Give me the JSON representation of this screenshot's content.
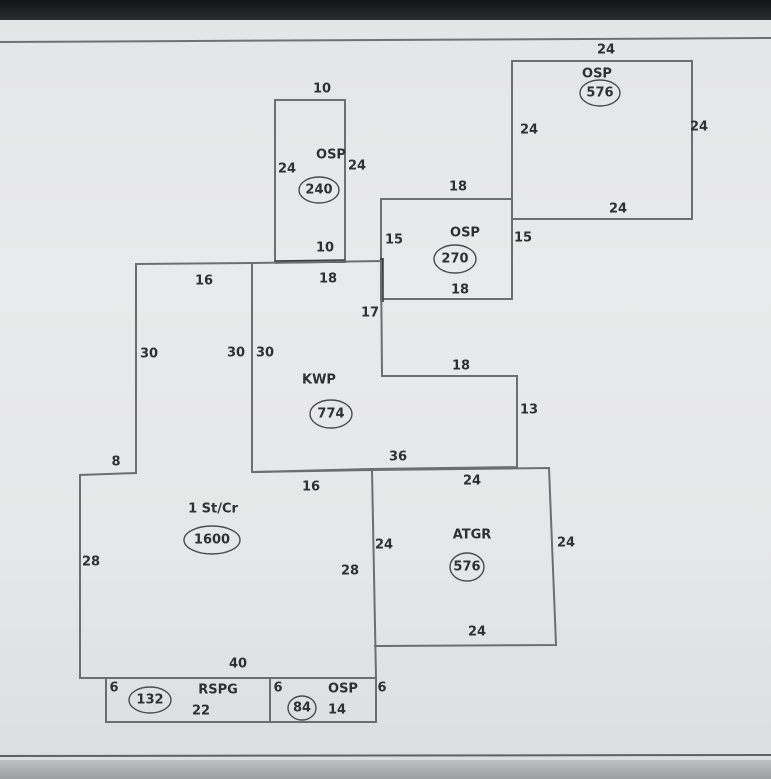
{
  "sketch": {
    "osp_small": {
      "name": "OSP",
      "area": "240",
      "top": "10",
      "left": "24",
      "right": "24",
      "bottom": "10"
    },
    "osp_mid": {
      "name": "OSP",
      "area": "270",
      "top": "18",
      "left": "15",
      "right": "15",
      "bottom": "18"
    },
    "osp_large": {
      "name": "OSP",
      "area": "576",
      "top": "24",
      "left": "24",
      "right": "24",
      "bottom": "24"
    },
    "kwp": {
      "name": "KWP",
      "area": "774",
      "top": "18",
      "left": "30",
      "step_side": "17",
      "step_top": "18",
      "right": "13",
      "bottom": "36"
    },
    "main": {
      "name": "1 St/Cr",
      "area": "1600",
      "top": "16",
      "left_upper": "30",
      "right_upper": "30",
      "notch": "8",
      "inner_top": "16",
      "left": "28",
      "right": "28",
      "bottom": "40"
    },
    "atgr": {
      "name": "ATGR",
      "area": "576",
      "top": "24",
      "left": "24",
      "right": "24",
      "bottom": "24"
    },
    "rspg": {
      "name": "RSPG",
      "area": "132",
      "left": "6",
      "bottom": "22"
    },
    "osp_porch": {
      "name": "OSP",
      "area": "84",
      "left": "6",
      "right": "6",
      "bottom": "14"
    }
  }
}
